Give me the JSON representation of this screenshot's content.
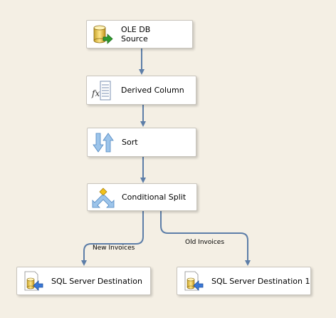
{
  "nodes": {
    "ole_db_source": {
      "label": "OLE DB\nSource",
      "icon": "database-source-icon"
    },
    "derived_column": {
      "label": "Derived Column",
      "icon": "derived-column-fx-icon"
    },
    "sort": {
      "label": "Sort",
      "icon": "sort-arrows-icon"
    },
    "conditional_split": {
      "label": "Conditional Split",
      "icon": "conditional-split-icon"
    },
    "sql_dest": {
      "label": "SQL Server Destination",
      "icon": "sql-server-destination-icon"
    },
    "sql_dest_1": {
      "label": "SQL Server Destination 1",
      "icon": "sql-server-destination-icon"
    }
  },
  "edges": {
    "new_invoices": "New Invoices",
    "old_invoices": "Old Invoices"
  },
  "colors": {
    "canvas": "#f4efe4",
    "wire": "#5d7ea8",
    "node_border": "#c9c5bd"
  }
}
